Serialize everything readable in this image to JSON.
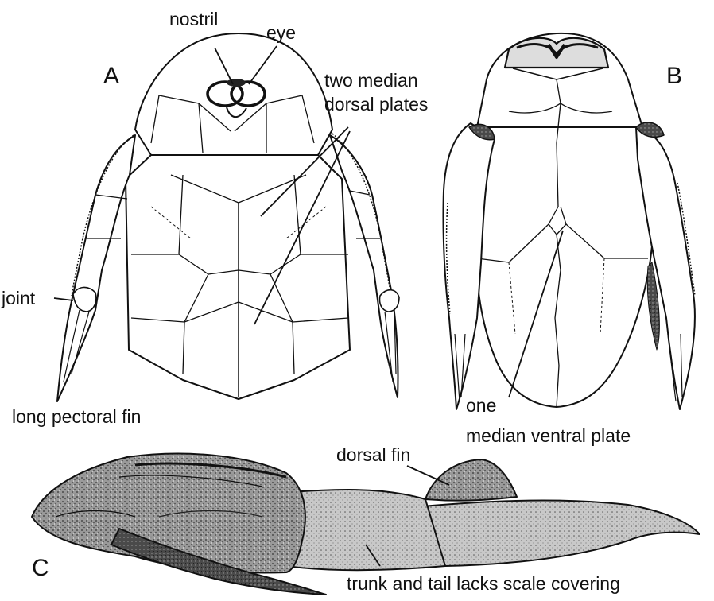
{
  "panels": {
    "a": "A",
    "b": "B",
    "c": "C"
  },
  "labels": {
    "nostril": "nostril",
    "eye": "eye",
    "median_dorsal_line1": "two median",
    "median_dorsal_line2": "dorsal plates",
    "joint": "joint",
    "pectoral_fin": "long pectoral fin",
    "ventral_line1": "one",
    "ventral_line2": "median ventral plate",
    "dorsal_fin": "dorsal fin",
    "trunk_tail": "trunk and tail lacks scale covering"
  },
  "colors": {
    "ink": "#111111",
    "shade_dark": "#3a3a3a",
    "shade_mid": "#8a8a8a",
    "paper": "#ffffff"
  }
}
